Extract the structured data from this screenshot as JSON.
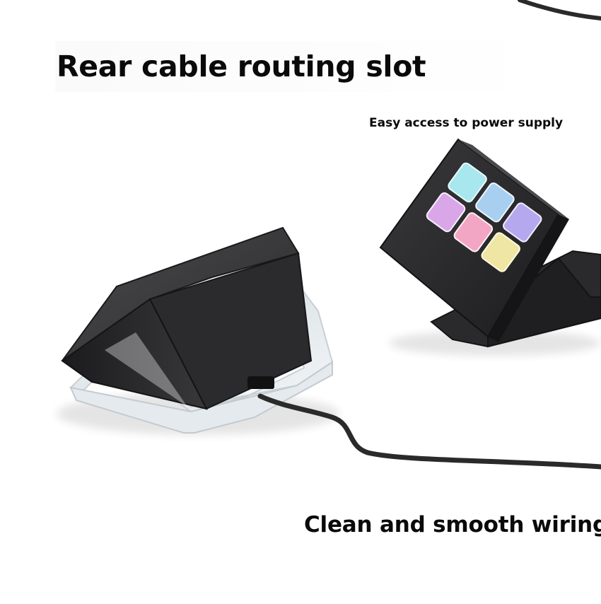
{
  "headline": "Rear cable routing slot",
  "subcaption": "Easy access to power supply",
  "bottom_caption": "Clean and smooth wiring",
  "colors": {
    "device_body": "#2b2b2d",
    "device_face": "#1f1f21",
    "acrylic_base": "#e9eef2",
    "cable": "#2a2a2a",
    "key_cyan": "#a8e7ee",
    "key_blue": "#a9cff0",
    "key_purple": "#b6a8ee",
    "key_pink_purple": "#d9a6e8",
    "key_pink": "#f3a6c4",
    "key_yellow": "#efe6a3"
  },
  "keys": [
    {
      "name": "key-cyan",
      "color": "#a8e7ee"
    },
    {
      "name": "key-blue",
      "color": "#a9cff0"
    },
    {
      "name": "key-purple",
      "color": "#b6a8ee"
    },
    {
      "name": "key-pink-purple",
      "color": "#d9a6e8"
    },
    {
      "name": "key-pink",
      "color": "#f3a6c4"
    },
    {
      "name": "key-yellow",
      "color": "#efe6a3"
    }
  ]
}
